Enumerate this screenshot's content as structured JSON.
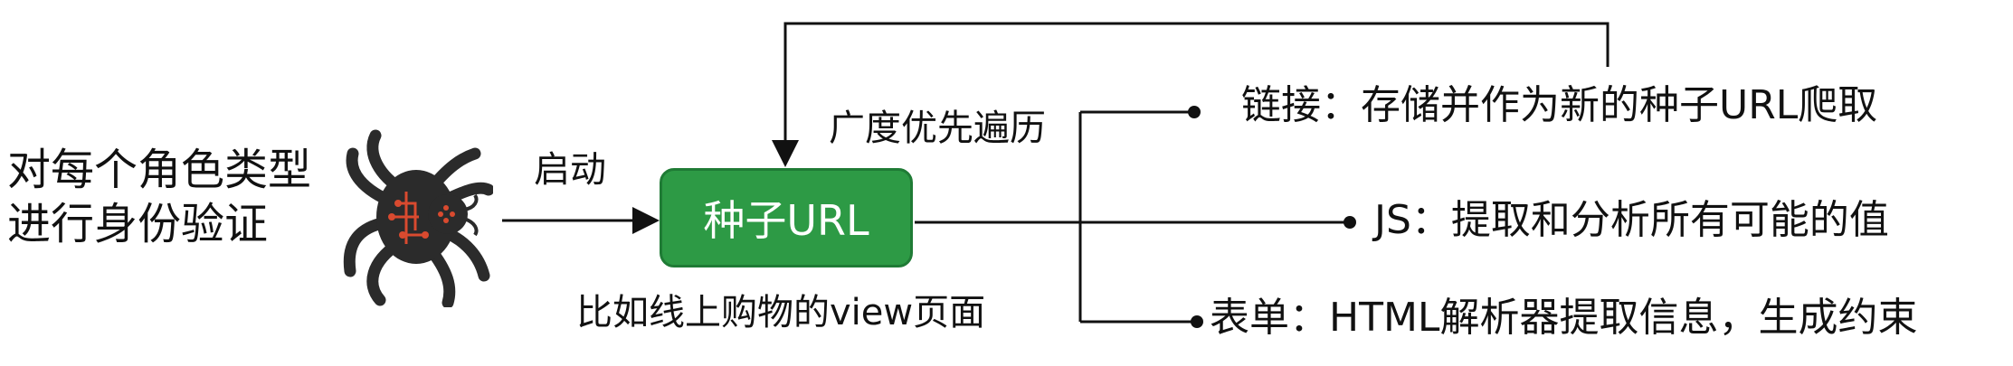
{
  "left_text": {
    "line1": "对每个角色类型",
    "line2": "进行身份验证"
  },
  "start_label": "启动",
  "seed_url_label": "种子URL",
  "bfs_label": "广度优先遍历",
  "example_label": "比如线上购物的view页面",
  "branches": [
    {
      "text": "链接：存储并作为新的种子URL爬取"
    },
    {
      "text": "JS：提取和分析所有可能的值"
    },
    {
      "text": "表单：HTML解析器提取信息，生成约束"
    }
  ],
  "icons": {
    "spider": "spider-icon"
  },
  "colors": {
    "seed_box": "#2d9a45",
    "spider_body": "#2b2b2b",
    "spider_circuit": "#d94a2f"
  }
}
